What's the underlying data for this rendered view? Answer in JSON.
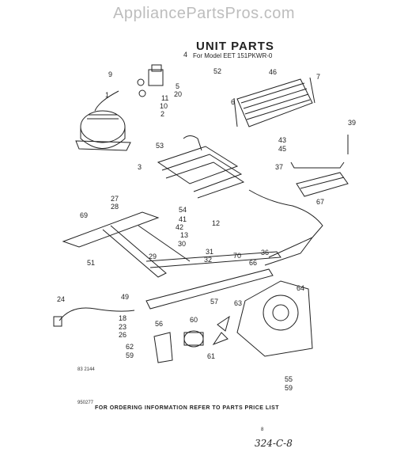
{
  "watermark": "AppliancePartsPros.com",
  "title": "UNIT PARTS",
  "subtitle": "For Model EET 151PKWR-0",
  "footer": "FOR ORDERING INFORMATION REFER TO PARTS PRICE LIST",
  "page_code": "324-C-8",
  "figure_code": "83 2144",
  "corner_code": "950277",
  "footer_mark": "8",
  "parts": [
    {
      "id": "4",
      "label": "4"
    },
    {
      "id": "5",
      "label": "5"
    },
    {
      "id": "52",
      "label": "52"
    },
    {
      "id": "20",
      "label": "20"
    },
    {
      "id": "46",
      "label": "46"
    },
    {
      "id": "7",
      "label": "7"
    },
    {
      "id": "9",
      "label": "9"
    },
    {
      "id": "11",
      "label": "11"
    },
    {
      "id": "10",
      "label": "10"
    },
    {
      "id": "1",
      "label": "1"
    },
    {
      "id": "2",
      "label": "2"
    },
    {
      "id": "6",
      "label": "6"
    },
    {
      "id": "39",
      "label": "39"
    },
    {
      "id": "43",
      "label": "43"
    },
    {
      "id": "45",
      "label": "45"
    },
    {
      "id": "53",
      "label": "53"
    },
    {
      "id": "3",
      "label": "3"
    },
    {
      "id": "37",
      "label": "37"
    },
    {
      "id": "67",
      "label": "67"
    },
    {
      "id": "27",
      "label": "27"
    },
    {
      "id": "28",
      "label": "28"
    },
    {
      "id": "54",
      "label": "54"
    },
    {
      "id": "69",
      "label": "69"
    },
    {
      "id": "12",
      "label": "12"
    },
    {
      "id": "41",
      "label": "41"
    },
    {
      "id": "42",
      "label": "42"
    },
    {
      "id": "13",
      "label": "13"
    },
    {
      "id": "30",
      "label": "30"
    },
    {
      "id": "29",
      "label": "29"
    },
    {
      "id": "31",
      "label": "31"
    },
    {
      "id": "32",
      "label": "32"
    },
    {
      "id": "36",
      "label": "36"
    },
    {
      "id": "70",
      "label": "70"
    },
    {
      "id": "66",
      "label": "66"
    },
    {
      "id": "51",
      "label": "51"
    },
    {
      "id": "64",
      "label": "64"
    },
    {
      "id": "24",
      "label": "24"
    },
    {
      "id": "49",
      "label": "49"
    },
    {
      "id": "57",
      "label": "57"
    },
    {
      "id": "63",
      "label": "63"
    },
    {
      "id": "18",
      "label": "18"
    },
    {
      "id": "23",
      "label": "23"
    },
    {
      "id": "26",
      "label": "26"
    },
    {
      "id": "56",
      "label": "56"
    },
    {
      "id": "60",
      "label": "60"
    },
    {
      "id": "62",
      "label": "62"
    },
    {
      "id": "59a",
      "label": "59"
    },
    {
      "id": "61",
      "label": "61"
    },
    {
      "id": "55",
      "label": "55"
    },
    {
      "id": "59b",
      "label": "59"
    }
  ]
}
